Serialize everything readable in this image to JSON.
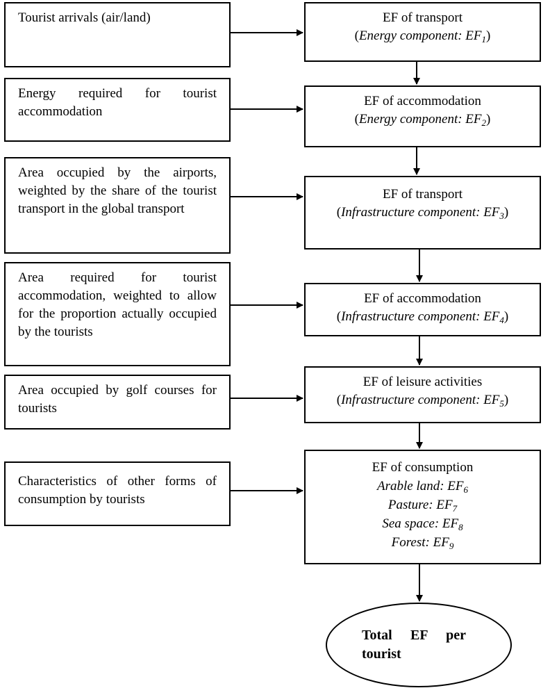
{
  "inputs": [
    {
      "text": "Tourist arrivals (air/land)"
    },
    {
      "text": "Energy required for tourist accommodation"
    },
    {
      "text": "Area occupied by the airports, weighted by the share of the tourist transport in the global transport"
    },
    {
      "text": "Area required for tourist accommodation, weighted to allow for the proportion actually occupied by the tourists"
    },
    {
      "text": "Area occupied by golf courses for tourists"
    },
    {
      "text": "Characteristics of other forms of consumption by tourists"
    }
  ],
  "ef_boxes": [
    {
      "title": "EF of transport",
      "component": "Energy component: EF",
      "sub": "1"
    },
    {
      "title": "EF of accommodation",
      "component": "Energy component: EF",
      "sub": "2"
    },
    {
      "title": "EF of transport",
      "component": "Infrastructure component: EF",
      "sub": "3"
    },
    {
      "title": "EF of accommodation",
      "component": "Infrastructure component: EF",
      "sub": "4"
    },
    {
      "title": "EF of leisure activities",
      "component": "Infrastructure component: EF",
      "sub": "5"
    }
  ],
  "consumption": {
    "title": "EF of consumption",
    "items": [
      {
        "label": "Arable land: EF",
        "sub": "6"
      },
      {
        "label": "Pasture: EF",
        "sub": "7"
      },
      {
        "label": "Sea space: EF",
        "sub": "8"
      },
      {
        "label": "Forest: EF",
        "sub": "9"
      }
    ]
  },
  "result": {
    "text": "Total EF per tourist"
  },
  "open_paren": "(",
  "close_paren": ")"
}
